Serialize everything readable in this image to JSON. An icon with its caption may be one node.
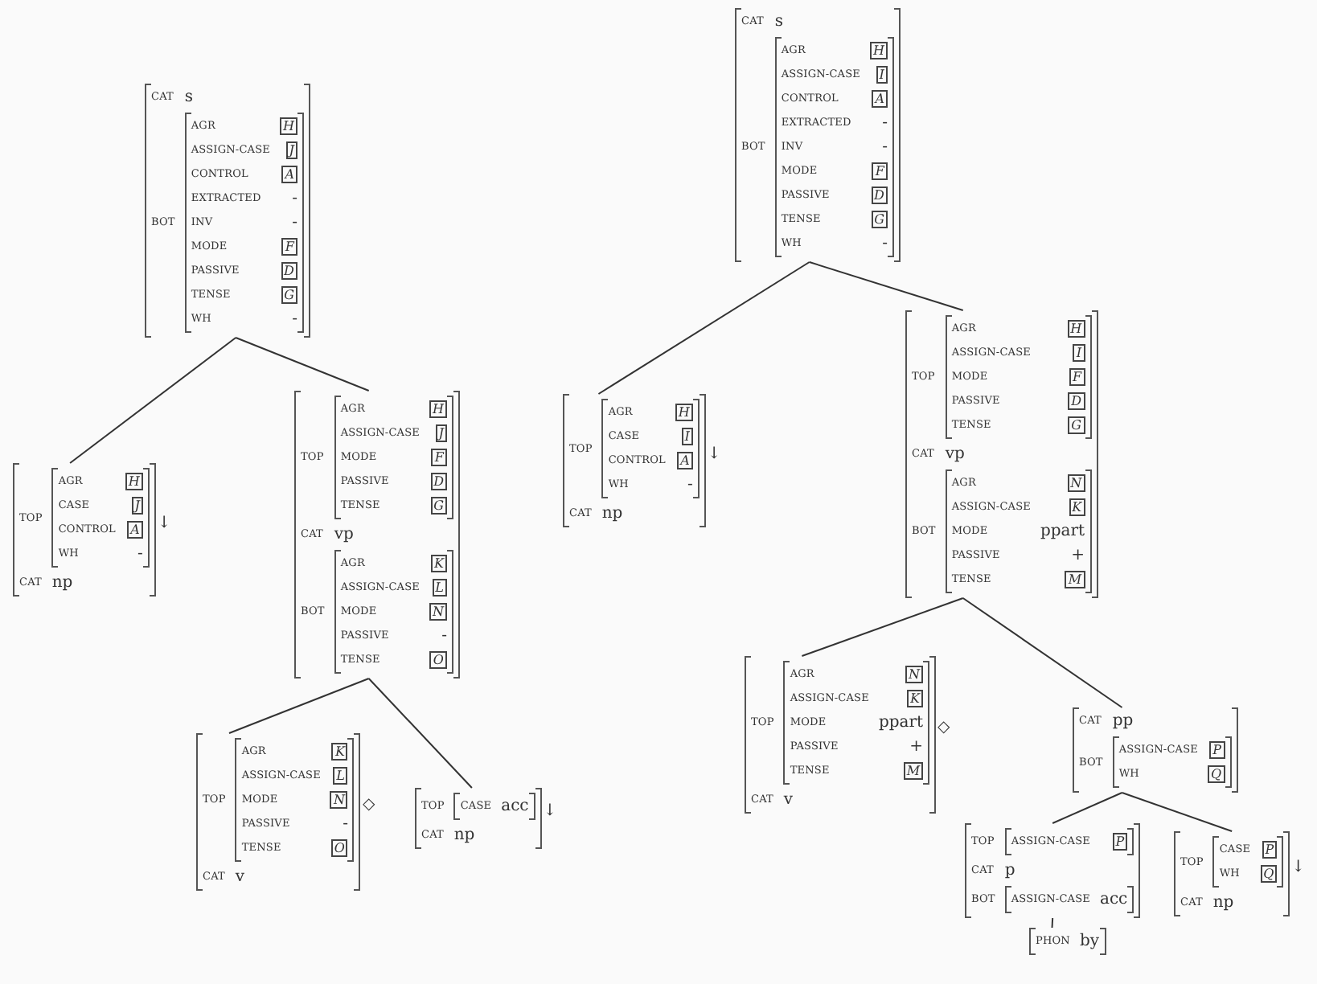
{
  "diagram": {
    "nodes": [
      {
        "text": [
          "CAT",
          "s",
          "BOT",
          "AGR",
          "H",
          "ASSIGN-CASE",
          "J",
          "CONTROL",
          "A",
          "EXTRACTED",
          "-",
          "INV",
          "-",
          "MODE",
          "F",
          "PASSIVE",
          "D",
          "TENSE",
          "G",
          "WH",
          "-"
        ]
      },
      {
        "text": [
          "TOP",
          "AGR",
          "H",
          "CASE",
          "J",
          "CONTROL",
          "A",
          "WH",
          "-",
          "CAT",
          "np"
        ],
        "beside": [
          "↓"
        ]
      },
      {
        "text": [
          "TOP",
          "AGR",
          "H",
          "ASSIGN-CASE",
          "J",
          "MODE",
          "F",
          "PASSIVE",
          "D",
          "TENSE",
          "G",
          "CAT",
          "vp",
          "BOT",
          "AGR",
          "K",
          "ASSIGN-CASE",
          "L",
          "MODE",
          "N",
          "PASSIVE",
          "-",
          "TENSE",
          "O"
        ]
      },
      {
        "text": [
          "TOP",
          "AGR",
          "K",
          "ASSIGN-CASE",
          "L",
          "MODE",
          "N",
          "PASSIVE",
          "-",
          "TENSE",
          "O",
          "CAT",
          "v"
        ],
        "beside": [
          "◇"
        ]
      },
      {
        "text": [
          "TOP",
          "CASE",
          "acc",
          "CAT",
          "np"
        ],
        "beside": [
          "↓"
        ]
      },
      {
        "text": [
          "CAT",
          "s",
          "BOT",
          "AGR",
          "H",
          "ASSIGN-CASE",
          "I",
          "CONTROL",
          "A",
          "EXTRACTED",
          "-",
          "INV",
          "-",
          "MODE",
          "F",
          "PASSIVE",
          "D",
          "TENSE",
          "G",
          "WH",
          "-"
        ]
      },
      {
        "text": [
          "TOP",
          "AGR",
          "H",
          "CASE",
          "I",
          "CONTROL",
          "A",
          "WH",
          "-",
          "CAT",
          "np"
        ],
        "beside": [
          "↓"
        ]
      },
      {
        "text": [
          "TOP",
          "AGR",
          "H",
          "ASSIGN-CASE",
          "I",
          "MODE",
          "F",
          "PASSIVE",
          "D",
          "TENSE",
          "G",
          "CAT",
          "vp",
          "BOT",
          "AGR",
          "N",
          "ASSIGN-CASE",
          "K",
          "MODE",
          "ppart",
          "PASSIVE",
          "+",
          "TENSE",
          "M"
        ]
      },
      {
        "text": [
          "TOP",
          "AGR",
          "N",
          "ASSIGN-CASE",
          "K",
          "MODE",
          "ppart",
          "PASSIVE",
          "+",
          "TENSE",
          "M",
          "CAT",
          "v"
        ],
        "beside": [
          "◇"
        ]
      },
      {
        "text": [
          "CAT",
          "pp",
          "BOT",
          "ASSIGN-CASE",
          "P",
          "WH",
          "Q"
        ]
      },
      {
        "text": [
          "TOP",
          "ASSIGN-CASE",
          "P",
          "CAT",
          "p",
          "BOT",
          "ASSIGN-CASE",
          "acc"
        ]
      },
      {
        "text": [
          "TOP",
          "CASE",
          "P",
          "WH",
          "Q",
          "CAT",
          "np"
        ],
        "beside": [
          "↓"
        ]
      },
      {
        "text": [
          "PHON",
          "by"
        ]
      }
    ],
    "edges": [
      {
        "from": 0,
        "to": 1,
        "arrow": "none"
      },
      {
        "from": 0,
        "to": 2,
        "arrow": "none"
      },
      {
        "from": 2,
        "to": 3,
        "arrow": "none"
      },
      {
        "from": 2,
        "to": 4,
        "arrow": "none"
      },
      {
        "from": 5,
        "to": 6,
        "arrow": "none"
      },
      {
        "from": 5,
        "to": 7,
        "arrow": "none"
      },
      {
        "from": 7,
        "to": 8,
        "arrow": "none"
      },
      {
        "from": 7,
        "to": 9,
        "arrow": "none"
      },
      {
        "from": 9,
        "to": 10,
        "arrow": "none"
      },
      {
        "from": 9,
        "to": 11,
        "arrow": "none"
      },
      {
        "from": 10,
        "to": 12,
        "arrow": "none"
      }
    ]
  }
}
